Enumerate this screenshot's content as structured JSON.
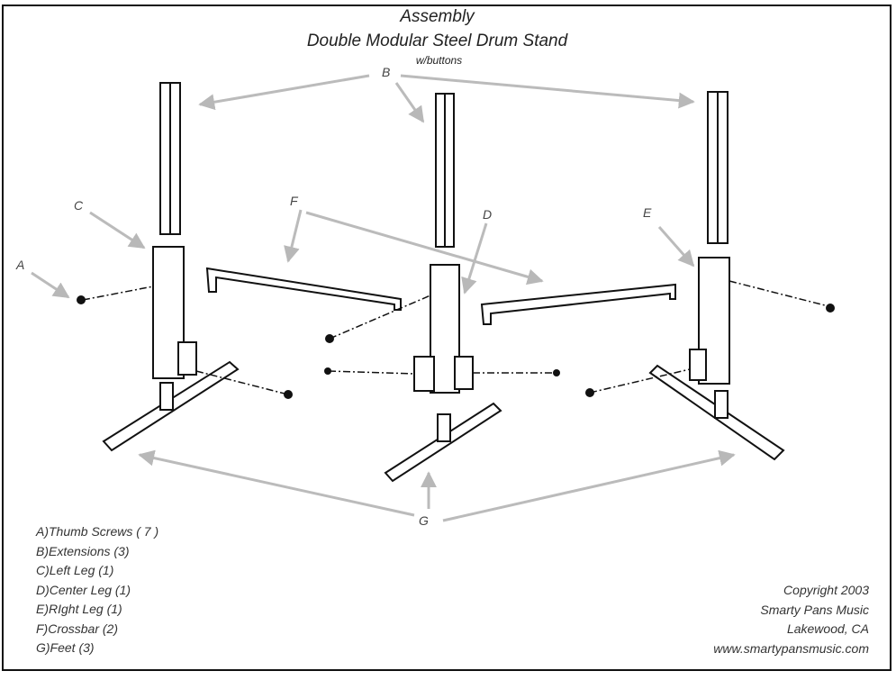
{
  "title": {
    "line1": "Assembly",
    "line2": "Double Modular Steel Drum Stand",
    "line3": "w/buttons"
  },
  "labels": {
    "a": "A",
    "b": "B",
    "c": "C",
    "d": "D",
    "e": "E",
    "f": "F",
    "g": "G"
  },
  "legend": [
    "A)Thumb Screws ( 7 )",
    "B)Extensions (3)",
    "C)Left Leg (1)",
    "D)Center Leg (1)",
    "E)RIght Leg (1)",
    "F)Crossbar (2)",
    "G)Feet (3)"
  ],
  "copyright": [
    "Copyright 2003",
    "Smarty Pans Music",
    "Lakewood, CA",
    "www.smartypansmusic.com"
  ],
  "colors": {
    "arrow": "#b8b8b8",
    "line": "#111111"
  }
}
